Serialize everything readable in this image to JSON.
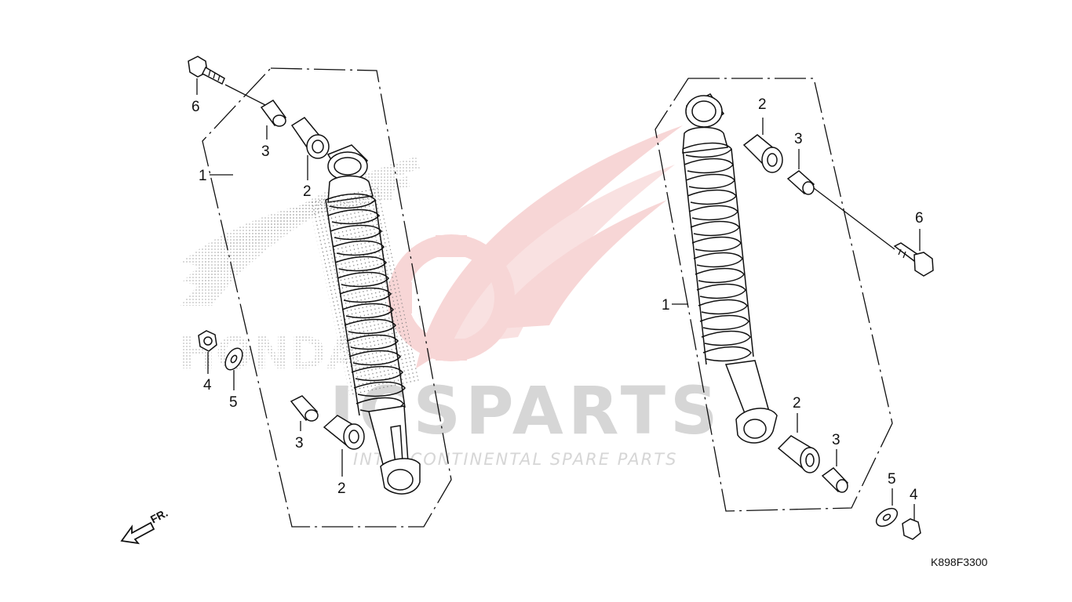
{
  "diagram": {
    "code": "K898F3300",
    "direction_label": "FR."
  },
  "watermark": {
    "brand": "ICSPARTS",
    "tagline": "INTERCONTINENTAL SPARE PARTS",
    "honda": "HONDA"
  },
  "left_group": {
    "callouts": {
      "shock": "1",
      "bush_top": "2",
      "bush_bottom": "2",
      "collar_top": "3",
      "collar_bottom": "3",
      "nut": "4",
      "washer": "5",
      "bolt": "6"
    }
  },
  "right_group": {
    "callouts": {
      "shock": "1",
      "bush_top": "2",
      "bush_bottom": "2",
      "collar_top": "3",
      "collar_bottom": "3",
      "nut": "4",
      "washer": "5",
      "bolt": "6"
    }
  },
  "colors": {
    "line": "#111111",
    "watermark_red": "#f2c3c3",
    "watermark_grey": "#d6d6d6"
  }
}
